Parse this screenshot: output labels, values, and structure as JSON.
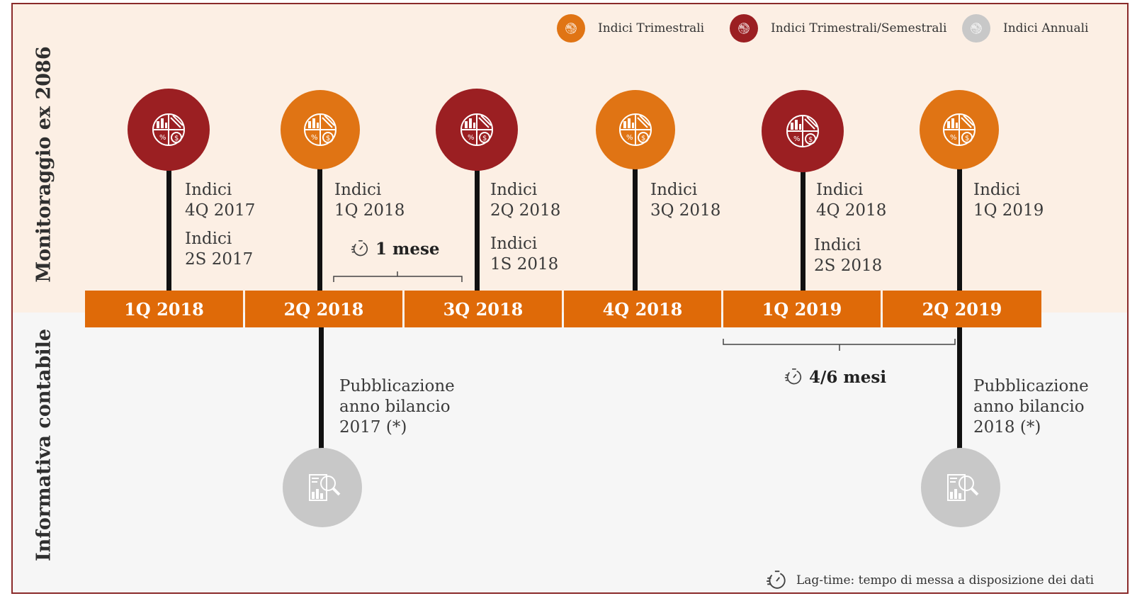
{
  "side_labels": {
    "top": "Monitoraggio ex 2086",
    "bottom": "Informativa contabile"
  },
  "legend": [
    {
      "label": "Indici Trimestrali",
      "color": "#e07414",
      "icon": "chart-icon"
    },
    {
      "label": "Indici Trimestrali/Semestrali",
      "color": "#9b1f22",
      "icon": "chart-icon"
    },
    {
      "label": "Indici Annuali",
      "color": "#c8c8c8",
      "icon": "chart-icon"
    }
  ],
  "timeline": [
    "1Q 2018",
    "2Q 2018",
    "3Q 2018",
    "4Q 2018",
    "1Q 2019",
    "2Q 2019"
  ],
  "milestones": [
    {
      "type": "trimestrali_semestrali",
      "color": "#9b1f22",
      "text": "Indici\n4Q 2017",
      "text2": "Indici\n2S 2017"
    },
    {
      "type": "trimestrali",
      "color": "#e07414",
      "text": "Indici\n1Q 2018",
      "text2": ""
    },
    {
      "type": "trimestrali_semestrali",
      "color": "#9b1f22",
      "text": "Indici\n2Q 2018",
      "text2": "Indici\n1S 2018"
    },
    {
      "type": "trimestrali",
      "color": "#e07414",
      "text": "Indici\n3Q 2018",
      "text2": ""
    },
    {
      "type": "trimestrali_semestrali",
      "color": "#9b1f22",
      "text": "Indici\n4Q 2018",
      "text2": "Indici\n2S 2018"
    },
    {
      "type": "trimestrali",
      "color": "#e07414",
      "text": "Indici\n1Q 2019",
      "text2": ""
    }
  ],
  "lag_top": "1 mese",
  "lag_bottom": "4/6 mesi",
  "publications": [
    {
      "text": "Pubblicazione\nanno bilancio\n2017 (*)",
      "icon": "report-search-icon"
    },
    {
      "text": "Pubblicazione\nanno bilancio\n2018 (*)",
      "icon": "report-search-icon"
    }
  ],
  "footnote": "Lag-time: tempo di messa a disposizione dei dati",
  "colors": {
    "orange": "#e07414",
    "dark_red": "#9b1f22",
    "grey": "#c8c8c8",
    "bar": "#df6a08"
  }
}
